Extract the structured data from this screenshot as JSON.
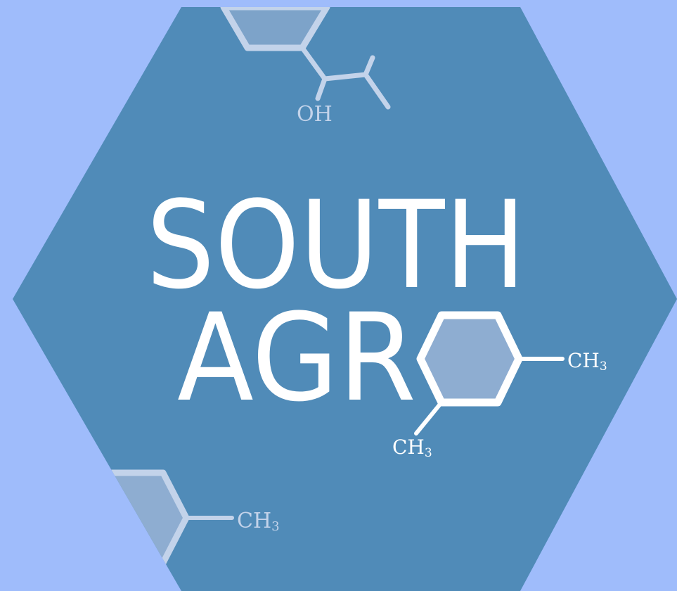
{
  "logo": {
    "line1": "SOUTH",
    "line2": "AGR",
    "labels": {
      "oh": "OH",
      "ch3_right": "CH",
      "ch3_bottom": "CH",
      "ch3_lower_left": "CH",
      "subscript": "3"
    }
  },
  "colors": {
    "background": "#9fbcfb",
    "hexagon": "#508bb8",
    "text": "#ffffff",
    "ring_fill": "#8eadd1",
    "faded": "#c3d3ea",
    "faded_fill": "#7da3c9"
  }
}
